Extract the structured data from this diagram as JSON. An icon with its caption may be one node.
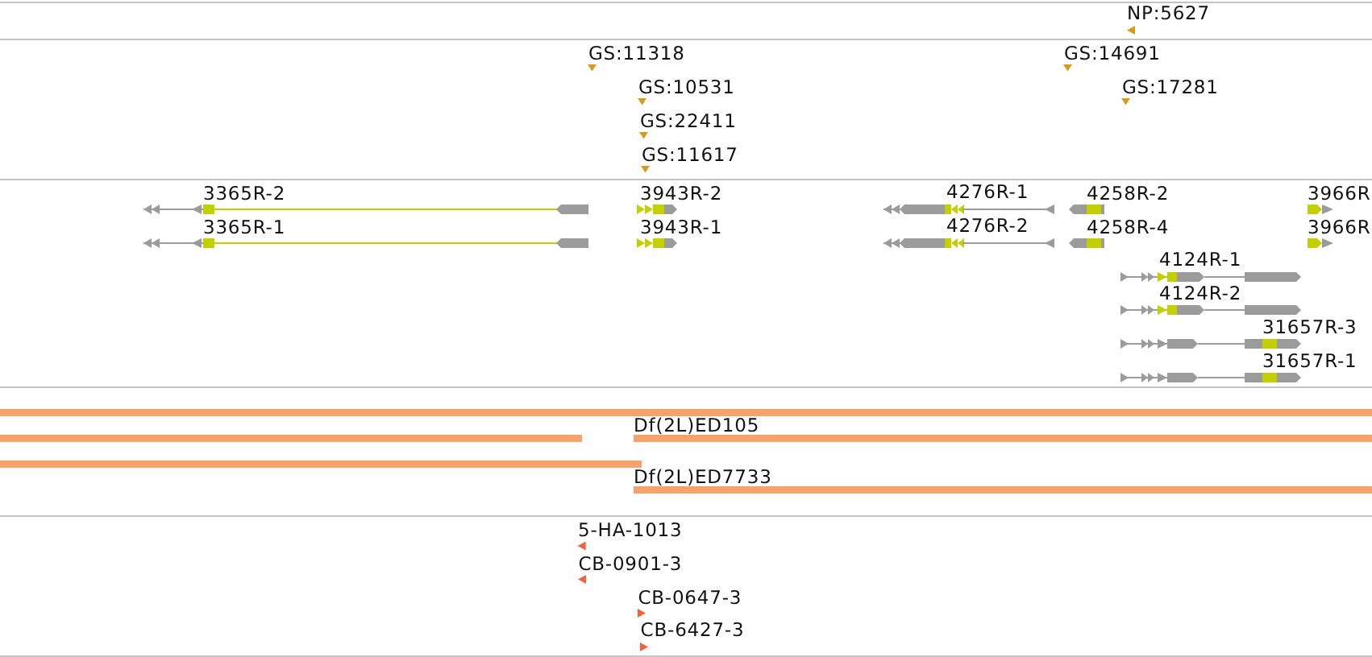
{
  "diagram": {
    "labels": [
      "NP:5627",
      "GS:11318",
      "GS:14691",
      "GS:10531",
      "GS:17281",
      "GS:22411",
      "GS:11617",
      "3365R-2",
      "3943R-2",
      "4276R-1",
      "4258R-2",
      "3966R",
      "3365R-1",
      "3943R-1",
      "4276R-2",
      "4258R-4",
      "3966R",
      "4124R-1",
      "4124R-2",
      "31657R-3",
      "31657R-1",
      "Df(2L)ED105",
      "Df(2L)ED7733",
      "5-HA-1013",
      "CB-0901-3",
      "CB-0647-3",
      "CB-6427-3"
    ]
  }
}
